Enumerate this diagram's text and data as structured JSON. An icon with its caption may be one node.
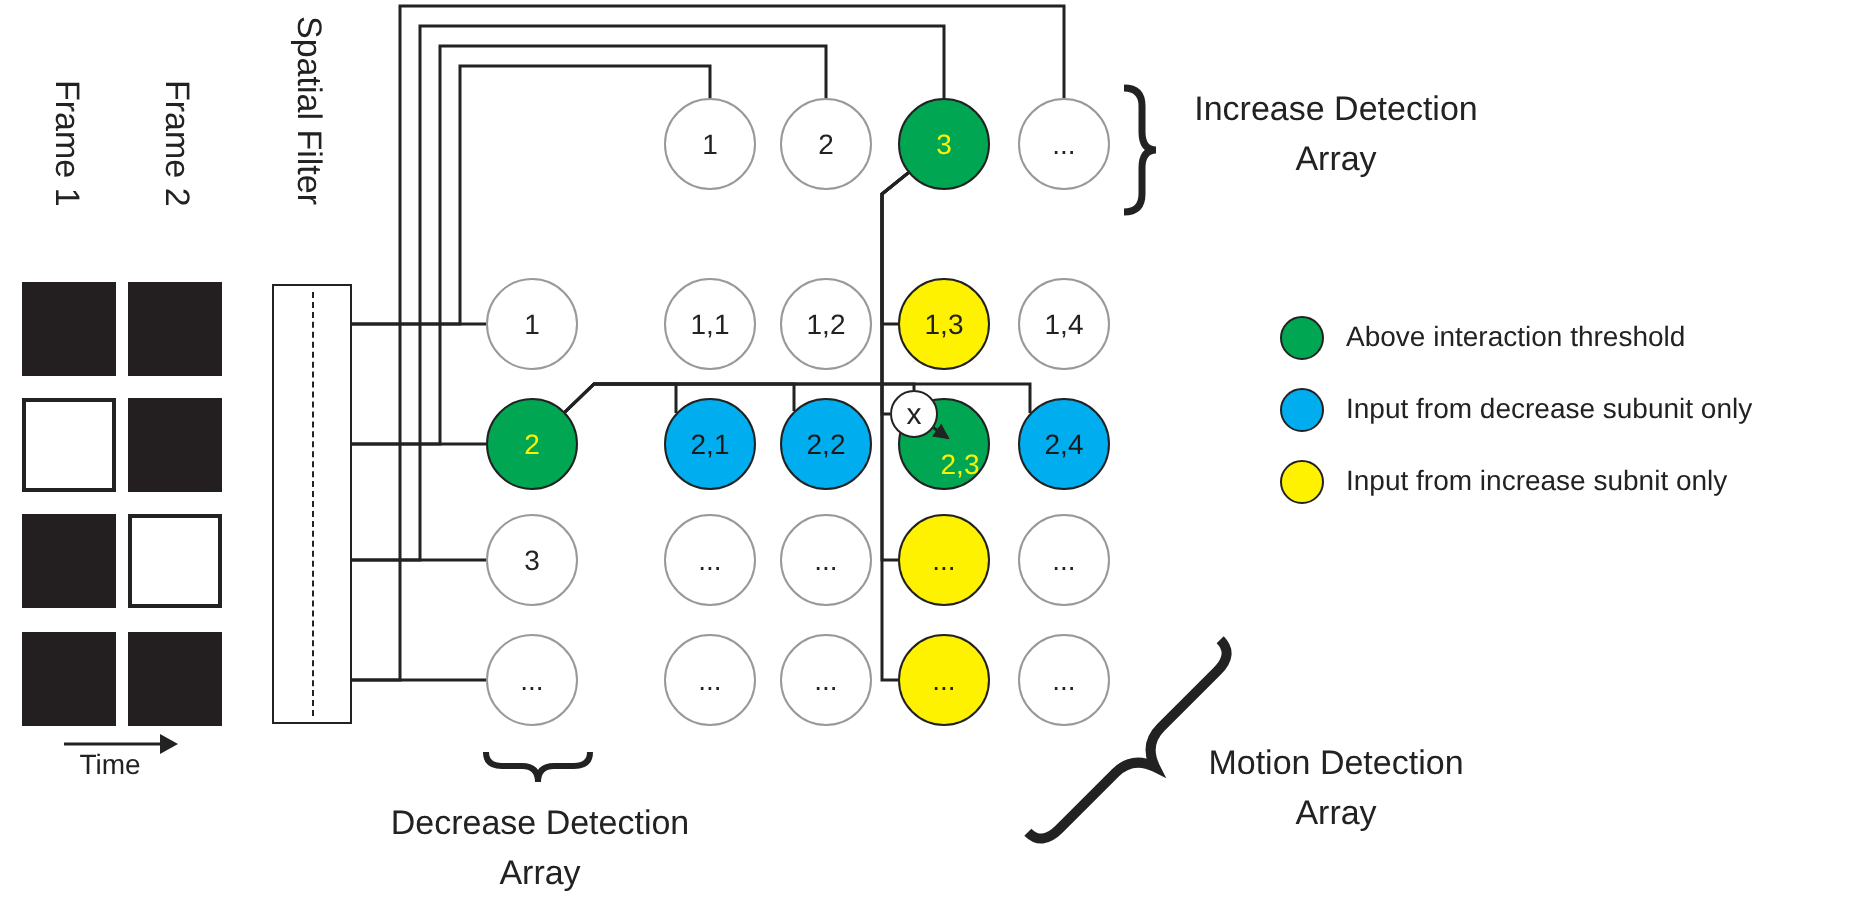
{
  "diagram": {
    "nodes": [
      {
        "text": [
          "Spatial Filter"
        ]
      },
      {
        "text": [
          "1"
        ]
      },
      {
        "text": [
          "2"
        ]
      },
      {
        "text": [
          "3"
        ]
      },
      {
        "text": [
          "..."
        ]
      },
      {
        "text": [
          "1"
        ]
      },
      {
        "text": [
          "2"
        ]
      },
      {
        "text": [
          "3"
        ]
      },
      {
        "text": [
          "..."
        ]
      },
      {
        "text": [
          "1,1"
        ]
      },
      {
        "text": [
          "1,2"
        ]
      },
      {
        "text": [
          "1,3"
        ]
      },
      {
        "text": [
          "1,4"
        ]
      },
      {
        "text": [
          "2,1"
        ]
      },
      {
        "text": [
          "2,2"
        ]
      },
      {
        "text": [
          "2,3"
        ]
      },
      {
        "text": [
          "2,4"
        ]
      },
      {
        "text": [
          "..."
        ]
      },
      {
        "text": [
          "..."
        ]
      },
      {
        "text": [
          "..."
        ]
      },
      {
        "text": [
          "..."
        ]
      },
      {
        "text": [
          "..."
        ]
      },
      {
        "text": [
          "..."
        ]
      },
      {
        "text": [
          "..."
        ]
      },
      {
        "text": [
          "..."
        ]
      },
      {
        "text": [
          "x"
        ]
      }
    ],
    "edges": [
      {
        "from": 0,
        "to": 5,
        "arrow": "none"
      },
      {
        "from": 0,
        "to": 1,
        "arrow": "none"
      },
      {
        "from": 0,
        "to": 6,
        "arrow": "none"
      },
      {
        "from": 0,
        "to": 2,
        "arrow": "none"
      },
      {
        "from": 0,
        "to": 7,
        "arrow": "none"
      },
      {
        "from": 0,
        "to": 3,
        "arrow": "none"
      },
      {
        "from": 0,
        "to": 8,
        "arrow": "none"
      },
      {
        "from": 0,
        "to": 4,
        "arrow": "none"
      },
      {
        "from": 3,
        "to": 11,
        "arrow": "none"
      },
      {
        "from": 3,
        "to": 25,
        "arrow": "none"
      },
      {
        "from": 3,
        "to": 19,
        "arrow": "none"
      },
      {
        "from": 3,
        "to": 23,
        "arrow": "none"
      },
      {
        "from": 6,
        "to": 13,
        "arrow": "none"
      },
      {
        "from": 6,
        "to": 14,
        "arrow": "none"
      },
      {
        "from": 6,
        "to": 25,
        "arrow": "none"
      },
      {
        "from": 6,
        "to": 16,
        "arrow": "none"
      },
      {
        "from": 25,
        "to": 15,
        "arrow": "to"
      }
    ],
    "labels": [
      "Frame 1",
      "Frame 2",
      "Increase Detection Array",
      "Time",
      "Decrease Detection Array",
      "Motion Detection Array"
    ],
    "legend": [
      {
        "text": "Above interaction threshold",
        "color": "#00a651"
      },
      {
        "text": "Input from decrease subunit only",
        "color": "#00aeef"
      },
      {
        "text": "Input from increase subnit only",
        "color": "#fff200"
      }
    ]
  }
}
